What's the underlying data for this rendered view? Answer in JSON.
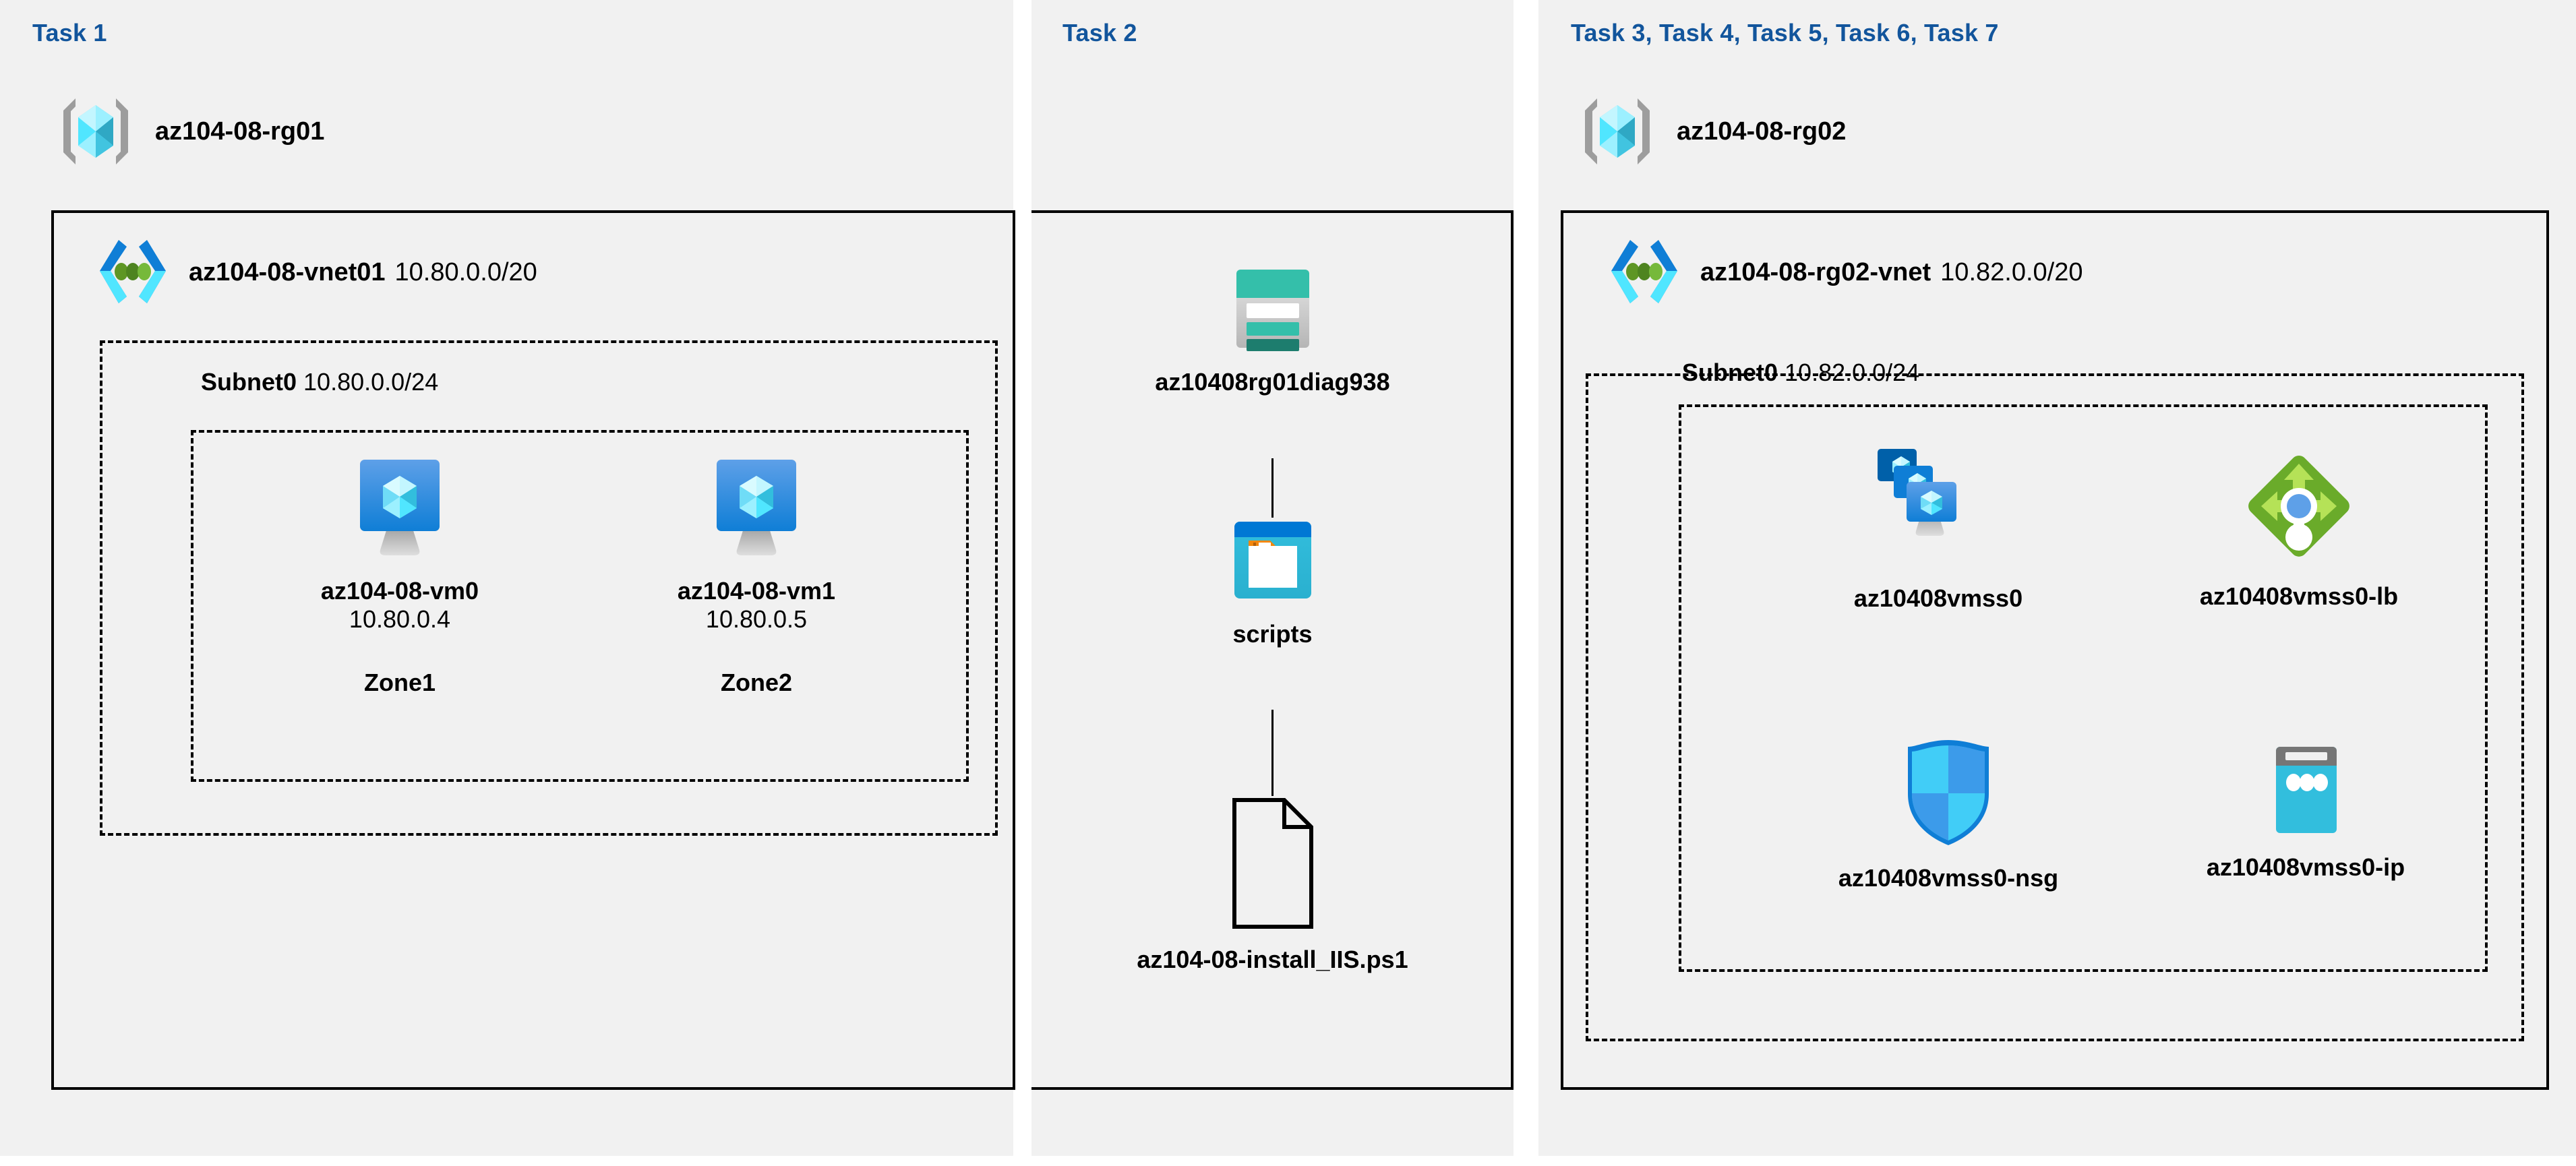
{
  "colors": {
    "task_heading": "#12559c",
    "panel_bg": "#f1f1f1",
    "page_bg": "#ffffff",
    "border": "#000000",
    "vm_blue": "#4f9bea",
    "vmss_dark": "#0060a9",
    "vmss_mid": "#0f7ed6",
    "vmss_light": "#4f9bea",
    "lb_green": "#6aab2a",
    "lb_arrow_green": "#b5e257",
    "lb_dot_blue": "#5ea0e8",
    "nsg_cyan": "#41cdf7",
    "nsg_blue": "#3c9bea",
    "storage_teal": "#34bfaa",
    "storage_teal_dark": "#1d7d6e",
    "container_header": "#0078d4",
    "container_body": "#32bedd",
    "folder_tab_orange": "#f2870d",
    "ip_gray": "#767676",
    "ip_cyan": "#32bedd",
    "rg_bracket_gray": "#9d9d9d",
    "rg_cube_cyan": "#50e6ff",
    "vnet_blue": "#0f7ed6",
    "vnet_cyan": "#50e6ff",
    "vnet_dot_green": "#5e9624"
  },
  "columns": [
    {
      "task_heading": "Task 1",
      "resource_group": {
        "name": "az104-08-rg01",
        "icon": "resource-group-icon"
      },
      "vnet": {
        "name": "az104-08-vnet01",
        "cidr": "10.80.0.0/20",
        "icon": "virtual-network-icon"
      },
      "subnet": {
        "name": "Subnet0",
        "cidr": "10.80.0.0/24"
      },
      "vms": [
        {
          "name": "az104-08-vm0",
          "ip": "10.80.0.4",
          "zone": "Zone1",
          "icon": "virtual-machine-icon"
        },
        {
          "name": "az104-08-vm1",
          "ip": "10.80.0.5",
          "zone": "Zone2",
          "icon": "virtual-machine-icon"
        }
      ]
    },
    {
      "task_heading": "Task 2",
      "items": [
        {
          "name": "az10408rg01diag938",
          "icon": "storage-account-icon"
        },
        {
          "name": "scripts",
          "icon": "blob-container-icon"
        },
        {
          "name": "az104-08-install_IIS.ps1",
          "icon": "file-icon"
        }
      ]
    },
    {
      "task_heading": "Task 3, Task 4, Task 5, Task 6, Task 7",
      "resource_group": {
        "name": "az104-08-rg02",
        "icon": "resource-group-icon"
      },
      "vnet": {
        "name": "az104-08-rg02-vnet",
        "cidr": "10.82.0.0/20",
        "icon": "virtual-network-icon"
      },
      "subnet": {
        "name": "Subnet0",
        "cidr": "10.82.0.0/24"
      },
      "resources": [
        {
          "name": "az10408vmss0",
          "icon": "vm-scale-set-icon"
        },
        {
          "name": "az10408vmss0-lb",
          "icon": "load-balancer-icon"
        },
        {
          "name": "az10408vmss0-nsg",
          "icon": "network-security-group-icon"
        },
        {
          "name": "az10408vmss0-ip",
          "icon": "public-ip-address-icon"
        }
      ]
    }
  ]
}
